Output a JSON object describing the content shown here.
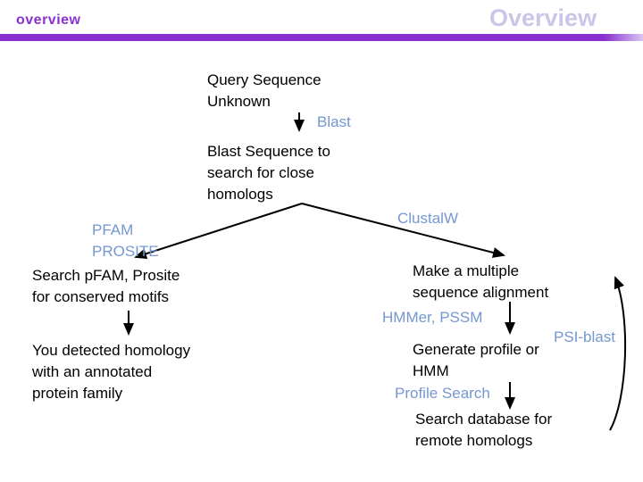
{
  "slide": {
    "header": {
      "left_title": "overview",
      "right_title": "Overview"
    },
    "colors": {
      "accent_purple": "#8A30D0",
      "header_title_light": "#C9C6E8",
      "tool_blue": "#7697CF",
      "text_black": "#000000"
    },
    "flowchart": {
      "query": "Query Sequence\nUnknown",
      "blast_tool": "Blast",
      "blast_step": "Blast Sequence to\nsearch for close\nhomologs",
      "pfam_tool": "PFAM\nPROSITE",
      "pfam_step": "Search pFAM, Prosite\nfor conserved motifs",
      "homology_result": "You detected homology\nwith an annotated\nprotein family",
      "clustalw_tool": "ClustalW",
      "alignment_step": "Make a multiple\nsequence alignment",
      "hmmer_tool": "HMMer, PSSM",
      "psiblast_tool": "PSI-blast",
      "profile_step": "Generate profile or\nHMM",
      "profile_search_tool": "Profile Search",
      "remote_step": "Search database for\nremote homologs"
    }
  }
}
